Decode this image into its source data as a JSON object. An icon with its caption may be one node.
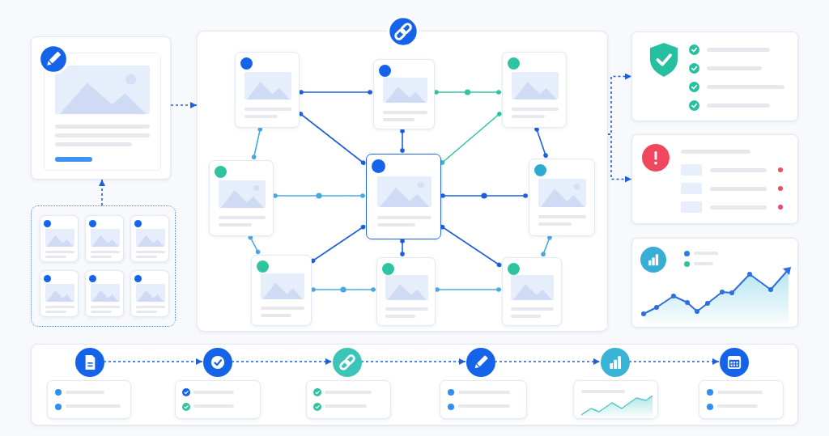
{
  "diagram": {
    "nodes": [
      {
        "text": [],
        "shape": "box"
      },
      {
        "text": [],
        "shape": "box"
      },
      {
        "text": [],
        "shape": "box",
        "in": 1
      },
      {
        "text": [],
        "shape": "box",
        "in": 1
      },
      {
        "text": [],
        "shape": "box",
        "in": 1
      },
      {
        "text": [],
        "shape": "box",
        "in": 1
      },
      {
        "text": [],
        "shape": "box",
        "in": 1
      },
      {
        "text": [],
        "shape": "box",
        "in": 1
      },
      {
        "text": [],
        "shape": "box"
      },
      {
        "text": [],
        "shape": "box",
        "in": 8
      },
      {
        "text": [],
        "shape": "box",
        "in": 8
      },
      {
        "text": [],
        "shape": "box",
        "in": 8
      },
      {
        "text": [],
        "shape": "box",
        "in": 8
      },
      {
        "text": [],
        "shape": "box",
        "in": 8
      },
      {
        "text": [],
        "shape": "box",
        "in": 8
      },
      {
        "text": [],
        "shape": "box",
        "in": 8
      },
      {
        "text": [],
        "shape": "box",
        "in": 8
      },
      {
        "text": [],
        "shape": "box",
        "in": 8
      },
      {
        "text": [],
        "shape": "box"
      },
      {
        "text": [],
        "shape": "box"
      },
      {
        "text": [],
        "shape": "box"
      },
      {
        "text": [],
        "shape": "box"
      },
      {
        "text": [],
        "shape": "circle",
        "in": 21
      },
      {
        "text": [],
        "shape": "circle",
        "in": 21
      },
      {
        "text": [],
        "shape": "circle",
        "in": 21
      },
      {
        "text": [],
        "shape": "circle",
        "in": 21
      },
      {
        "text": [],
        "shape": "circle",
        "in": 21
      },
      {
        "text": [],
        "shape": "circle",
        "in": 21
      },
      {
        "text": [],
        "shape": "box",
        "in": 21
      },
      {
        "text": [],
        "shape": "box",
        "in": 21
      },
      {
        "text": [],
        "shape": "box",
        "in": 21
      },
      {
        "text": [],
        "shape": "box",
        "in": 21
      },
      {
        "text": [],
        "shape": "box",
        "in": 21
      },
      {
        "text": [],
        "shape": "box",
        "in": 21
      }
    ],
    "edges": [
      {
        "from": 1,
        "to": 0,
        "arrow": "to",
        "style": "dashed"
      },
      {
        "from": 0,
        "to": 8,
        "arrow": "to",
        "style": "dashed"
      },
      {
        "from": 8,
        "to": 18,
        "arrow": "to",
        "style": "dashed"
      },
      {
        "from": 8,
        "to": 19,
        "arrow": "to",
        "style": "dashed"
      },
      {
        "from": 9,
        "to": 10,
        "arrow": "other"
      },
      {
        "from": 10,
        "to": 11,
        "arrow": "other",
        "color": "#2ec4a0"
      },
      {
        "from": 9,
        "to": 13,
        "arrow": "other"
      },
      {
        "from": 10,
        "to": 13,
        "arrow": "other"
      },
      {
        "from": 13,
        "to": 11,
        "arrow": "other",
        "color": "#2ec4a0"
      },
      {
        "from": 9,
        "to": 12,
        "arrow": "other",
        "color": "#4aa8e0"
      },
      {
        "from": 11,
        "to": 14,
        "arrow": "other"
      },
      {
        "from": 12,
        "to": 13,
        "arrow": "other",
        "color": "#4aa8e0"
      },
      {
        "from": 13,
        "to": 14,
        "arrow": "other"
      },
      {
        "from": 12,
        "to": 15,
        "arrow": "other",
        "color": "#4aa8e0"
      },
      {
        "from": 14,
        "to": 17,
        "arrow": "other",
        "color": "#4aa8e0"
      },
      {
        "from": 15,
        "to": 13,
        "arrow": "other"
      },
      {
        "from": 13,
        "to": 16,
        "arrow": "other"
      },
      {
        "from": 13,
        "to": 17,
        "arrow": "other"
      },
      {
        "from": 15,
        "to": 16,
        "arrow": "other",
        "color": "#4aa8e0"
      },
      {
        "from": 16,
        "to": 17,
        "arrow": "other",
        "color": "#4aa8e0"
      },
      {
        "from": 22,
        "to": 23,
        "arrow": "to",
        "style": "dashed"
      },
      {
        "from": 23,
        "to": 24,
        "arrow": "to",
        "style": "dashed"
      },
      {
        "from": 24,
        "to": 25,
        "arrow": "to",
        "style": "dashed"
      },
      {
        "from": 25,
        "to": 26,
        "arrow": "to",
        "style": "dashed"
      },
      {
        "from": 26,
        "to": 27,
        "arrow": "to",
        "style": "dashed"
      }
    ]
  }
}
